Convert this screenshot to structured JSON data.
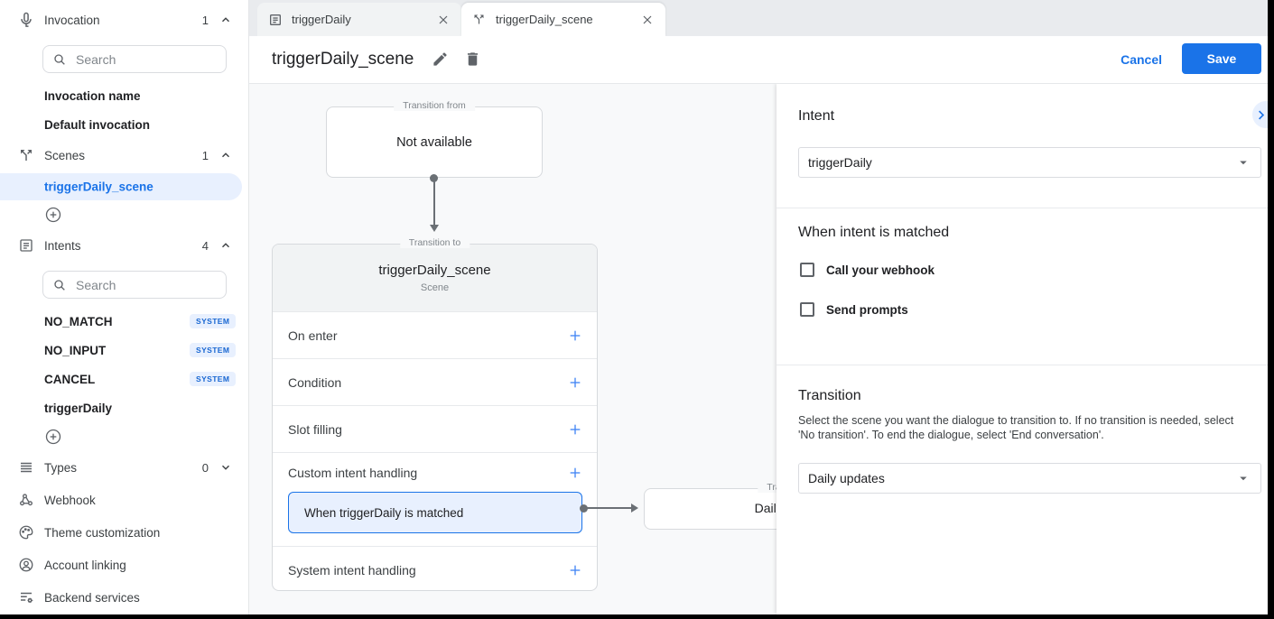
{
  "colors": {
    "accent": "#1a73e8",
    "selection_bg": "#e8f0fe",
    "badge_text": "#1967d2",
    "canvas_bg": "#f8f9fa"
  },
  "sidebar": {
    "invocation": {
      "label": "Invocation",
      "count": "1",
      "search_placeholder": "Search",
      "items": [
        {
          "label": "Invocation name"
        },
        {
          "label": "Default invocation"
        }
      ]
    },
    "scenes": {
      "label": "Scenes",
      "count": "1",
      "items": [
        {
          "label": "triggerDaily_scene",
          "selected": true
        }
      ]
    },
    "intents": {
      "label": "Intents",
      "count": "4",
      "search_placeholder": "Search",
      "items": [
        {
          "label": "NO_MATCH",
          "badge": "SYSTEM"
        },
        {
          "label": "NO_INPUT",
          "badge": "SYSTEM"
        },
        {
          "label": "CANCEL",
          "badge": "SYSTEM"
        },
        {
          "label": "triggerDaily"
        }
      ]
    },
    "types": {
      "label": "Types",
      "count": "0"
    },
    "links": [
      {
        "label": "Webhook"
      },
      {
        "label": "Theme customization"
      },
      {
        "label": "Account linking"
      },
      {
        "label": "Backend services"
      }
    ]
  },
  "tabs": {
    "items": [
      {
        "label": "triggerDaily"
      },
      {
        "label": "triggerDaily_scene"
      }
    ]
  },
  "header": {
    "title": "triggerDaily_scene",
    "cancel_label": "Cancel",
    "save_label": "Save"
  },
  "canvas": {
    "transition_from": {
      "legend": "Transition from",
      "content": "Not available"
    },
    "scene_card": {
      "legend": "Transition to",
      "title": "triggerDaily_scene",
      "subtitle": "Scene",
      "rows": [
        {
          "label": "On enter"
        },
        {
          "label": "Condition"
        },
        {
          "label": "Slot filling"
        },
        {
          "label": "Custom intent handling",
          "child": "When triggerDaily is matched"
        },
        {
          "label": "System intent handling"
        }
      ]
    },
    "next_box": {
      "legend": "Transition to",
      "content": "Daily updates"
    }
  },
  "panel": {
    "intent_heading": "Intent",
    "intent_value": "triggerDaily",
    "matched_heading": "When intent is matched",
    "webhook_checkbox_label": "Call your webhook",
    "prompts_checkbox_label": "Send prompts",
    "transition_heading": "Transition",
    "transition_desc": "Select the scene you want the dialogue to transition to. If no transition is needed, select 'No transition'. To end the dialogue, select 'End conversation'.",
    "transition_value": "Daily updates"
  }
}
